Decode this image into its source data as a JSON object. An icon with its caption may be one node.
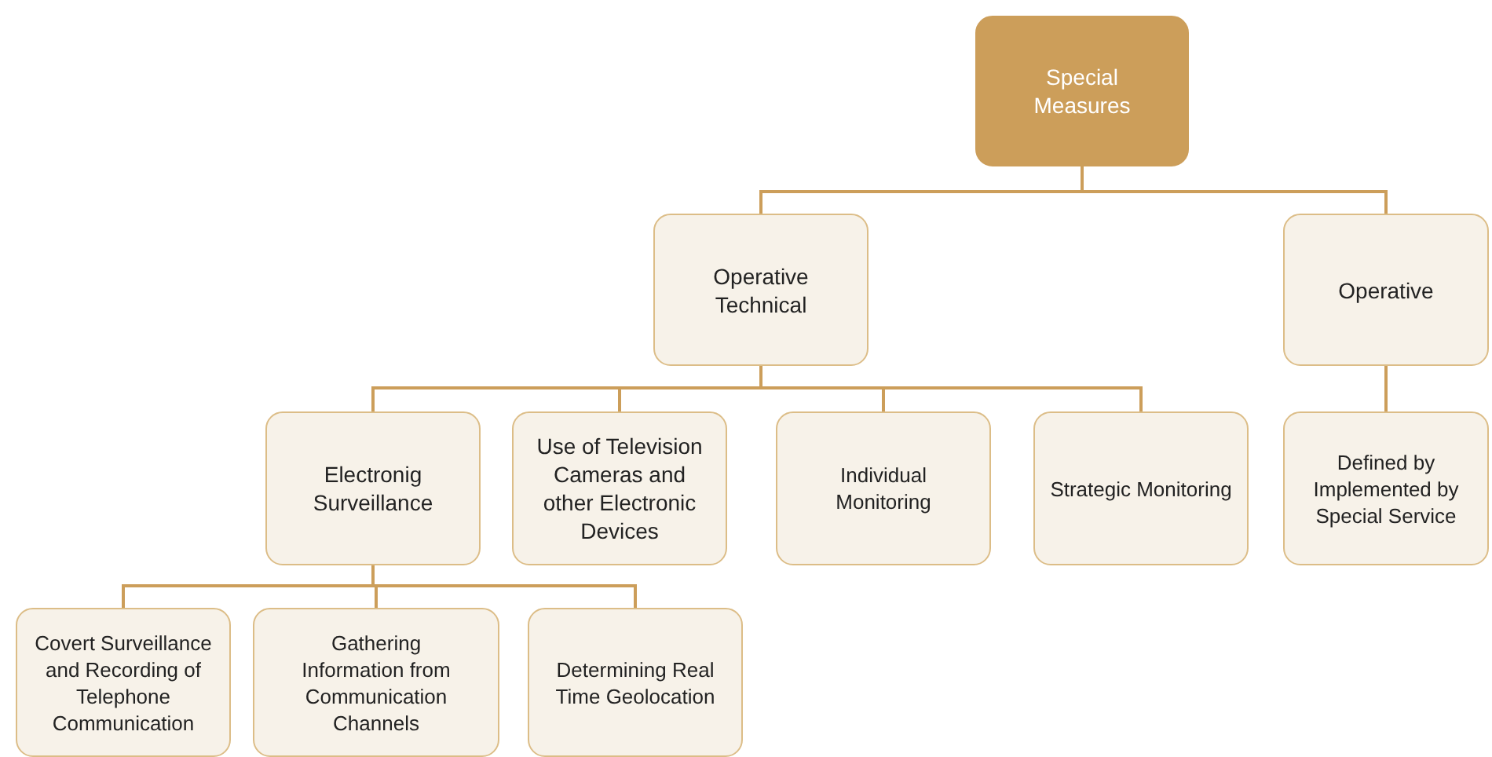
{
  "diagram": {
    "nodes": [
      {
        "text": [
          "Special Measures"
        ]
      },
      {
        "text": [
          "Operative Technical"
        ]
      },
      {
        "text": [
          "Operative"
        ]
      },
      {
        "text": [
          "Electronig Surveillance"
        ]
      },
      {
        "text": [
          "Use of Television Cameras and other Electronic Devices"
        ]
      },
      {
        "text": [
          "Individual Monitoring"
        ]
      },
      {
        "text": [
          "Strategic Monitoring"
        ]
      },
      {
        "text": [
          "Defined by Implemented by Special Service"
        ]
      },
      {
        "text": [
          "Covert Surveillance and Recording of Telephone Communication"
        ]
      },
      {
        "text": [
          "Gathering Information from Communication Channels"
        ]
      },
      {
        "text": [
          "Determining Real Time Geolocation"
        ]
      }
    ],
    "edges": [
      {
        "from": 0,
        "to": 1,
        "arrow": "none"
      },
      {
        "from": 0,
        "to": 2,
        "arrow": "none"
      },
      {
        "from": 1,
        "to": 3,
        "arrow": "none"
      },
      {
        "from": 1,
        "to": 4,
        "arrow": "none"
      },
      {
        "from": 1,
        "to": 5,
        "arrow": "none"
      },
      {
        "from": 1,
        "to": 6,
        "arrow": "none"
      },
      {
        "from": 2,
        "to": 7,
        "arrow": "none"
      },
      {
        "from": 3,
        "to": 8,
        "arrow": "none"
      },
      {
        "from": 3,
        "to": 9,
        "arrow": "none"
      },
      {
        "from": 3,
        "to": 10,
        "arrow": "none"
      }
    ]
  }
}
